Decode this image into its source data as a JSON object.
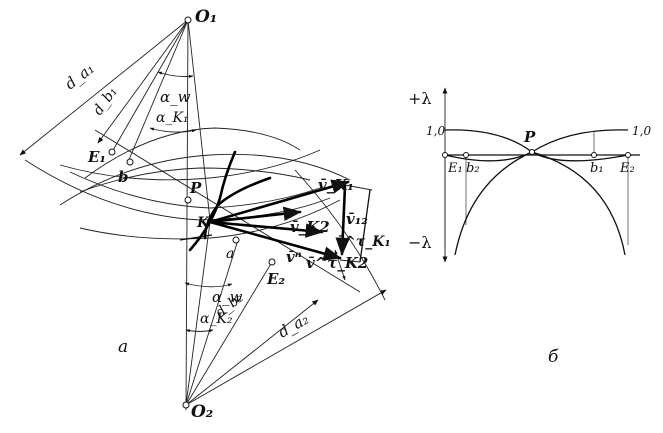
{
  "figure_a": {
    "caption": "a",
    "points": {
      "O1": "O₁",
      "O2": "O₂",
      "P": "P",
      "K": "K",
      "E1": "E₁",
      "E2": "E₂",
      "a": "a",
      "b": "b"
    },
    "dims": {
      "da1": "d_a₁",
      "db1": "d_b₁",
      "da2": "d_a₂",
      "db2": "d_b₂"
    },
    "angles": {
      "aw_top": "α_w",
      "ak1": "α_K₁",
      "aw_bottom": "α_w",
      "ak2": "α_K₂"
    },
    "vectors": {
      "vk1": "v̄_K₁",
      "v12": "v̄₁₂",
      "vk1t": "v̄^τ_K₁",
      "vk2": "v̄_K2",
      "vn": "v̄ⁿ",
      "vk2t": "v̄^τ_K2"
    }
  },
  "figure_b": {
    "caption": "б",
    "plus_lambda": "+λ",
    "minus_lambda": "−λ",
    "left_level": "1,0",
    "right_level": "1,0",
    "P": "P",
    "E1": "E₁",
    "b2": "b₂",
    "b1": "b₁",
    "E2": "E₂"
  }
}
